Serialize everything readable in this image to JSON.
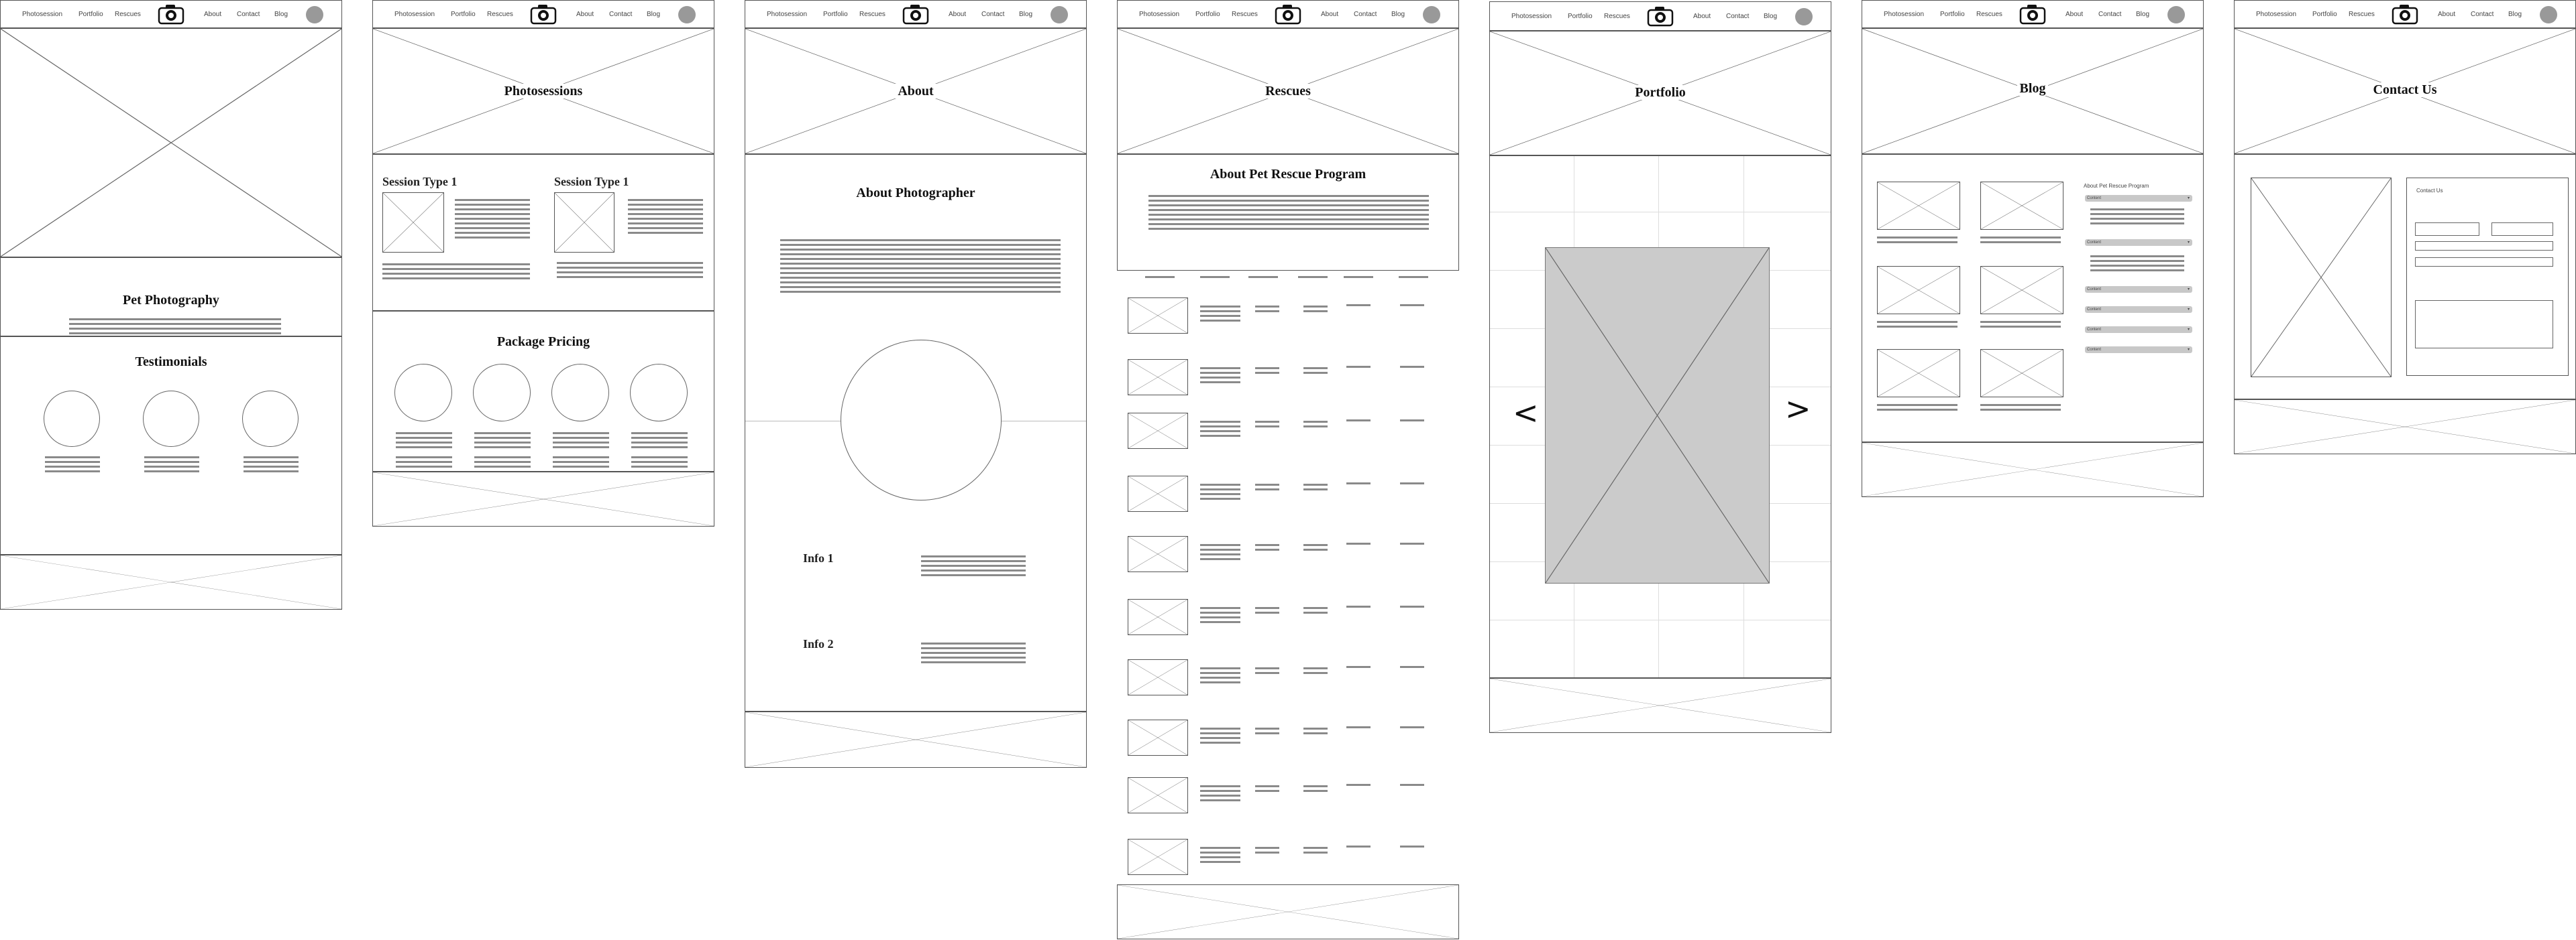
{
  "nav": {
    "photosession": "Photosession",
    "portfolio": "Portfolio",
    "rescues": "Rescues",
    "about": "About",
    "contact": "Contact",
    "blog": "Blog"
  },
  "home": {
    "section_title": "Pet Photography",
    "testimonials_title": "Testimonials"
  },
  "photosessions": {
    "hero_title": "Photosessions",
    "session_1": "Session Type 1",
    "session_2": "Session Type 1",
    "pricing_title": "Package Pricing"
  },
  "about": {
    "hero_title": "About",
    "section_title": "About Photographer",
    "info_1": "Info 1",
    "info_2": "Info 2"
  },
  "rescues": {
    "hero_title": "Rescues",
    "section_title": "About Pet Rescue Program"
  },
  "portfolio": {
    "hero_title": "Portfolio",
    "prev_arrow": "<",
    "next_arrow": ">"
  },
  "blog": {
    "hero_title": "Blog",
    "sidebar_title": "About Pet Rescue Program",
    "bars": [
      "Content",
      "Content",
      "Content",
      "Content",
      "Content",
      "Content"
    ]
  },
  "contact": {
    "hero_title": "Contact Us",
    "form_title": "Contact Us"
  }
}
